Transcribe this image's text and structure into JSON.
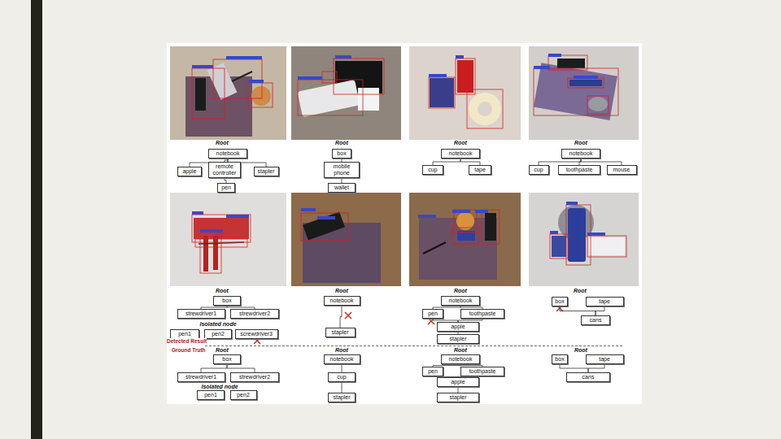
{
  "diagram": {
    "nodes": [
      {
        "text": [
          "notebook"
        ]
      },
      {
        "text": [
          "apple"
        ]
      },
      {
        "text": [
          "remote controller"
        ]
      },
      {
        "text": [
          "stapler"
        ]
      },
      {
        "text": [
          "pen"
        ]
      },
      {
        "text": [
          "box"
        ]
      },
      {
        "text": [
          "mobile phone"
        ]
      },
      {
        "text": [
          "wallet"
        ]
      },
      {
        "text": [
          "notebook"
        ]
      },
      {
        "text": [
          "cup"
        ]
      },
      {
        "text": [
          "tape"
        ]
      },
      {
        "text": [
          "notebook"
        ]
      },
      {
        "text": [
          "cup"
        ]
      },
      {
        "text": [
          "toothpaste"
        ]
      },
      {
        "text": [
          "mouse"
        ]
      },
      {
        "text": [
          "box"
        ]
      },
      {
        "text": [
          "strewdriver1"
        ]
      },
      {
        "text": [
          "strewdriver2"
        ]
      },
      {
        "text": [
          "pen1"
        ]
      },
      {
        "text": [
          "pen2"
        ]
      },
      {
        "text": [
          "screwdriver3"
        ]
      },
      {
        "text": [
          "box"
        ]
      },
      {
        "text": [
          "strewdriver1"
        ]
      },
      {
        "text": [
          "strewdriver2"
        ]
      },
      {
        "text": [
          "pen1"
        ]
      },
      {
        "text": [
          "pen2"
        ]
      },
      {
        "text": [
          "notebook"
        ]
      },
      {
        "text": [
          "stapler"
        ]
      },
      {
        "text": [
          "notebook"
        ]
      },
      {
        "text": [
          "cup"
        ]
      },
      {
        "text": [
          "stapler"
        ]
      },
      {
        "text": [
          "notebook"
        ]
      },
      {
        "text": [
          "pen"
        ]
      },
      {
        "text": [
          "toothpaste"
        ]
      },
      {
        "text": [
          "apple"
        ]
      },
      {
        "text": [
          "stapler"
        ]
      },
      {
        "text": [
          "notebook"
        ]
      },
      {
        "text": [
          "pen"
        ]
      },
      {
        "text": [
          "toothpaste"
        ]
      },
      {
        "text": [
          "apple"
        ]
      },
      {
        "text": [
          "stapler"
        ]
      },
      {
        "text": [
          "box"
        ]
      },
      {
        "text": [
          "tape"
        ]
      },
      {
        "text": [
          "cans"
        ]
      },
      {
        "text": [
          "box"
        ]
      },
      {
        "text": [
          "tape"
        ]
      },
      {
        "text": [
          "cans"
        ]
      }
    ],
    "edges": [
      {
        "from": 0,
        "to": 1,
        "arrow": "none"
      },
      {
        "from": 0,
        "to": 2,
        "arrow": "none"
      },
      {
        "from": 0,
        "to": 3,
        "arrow": "none"
      },
      {
        "from": 2,
        "to": 4,
        "arrow": "none"
      },
      {
        "from": 5,
        "to": 6,
        "arrow": "none"
      },
      {
        "from": 6,
        "to": 7,
        "arrow": "none"
      },
      {
        "from": 8,
        "to": 9,
        "arrow": "none"
      },
      {
        "from": 8,
        "to": 10,
        "arrow": "none"
      },
      {
        "from": 11,
        "to": 12,
        "arrow": "none"
      },
      {
        "from": 11,
        "to": 13,
        "arrow": "none"
      },
      {
        "from": 11,
        "to": 14,
        "arrow": "none"
      },
      {
        "from": 15,
        "to": 16,
        "arrow": "none"
      },
      {
        "from": 15,
        "to": 17,
        "arrow": "none"
      },
      {
        "from": 21,
        "to": 22,
        "arrow": "none"
      },
      {
        "from": 21,
        "to": 23,
        "arrow": "none"
      },
      {
        "from": 26,
        "to": 27,
        "arrow": "none"
      },
      {
        "from": 28,
        "to": 29,
        "arrow": "none"
      },
      {
        "from": 29,
        "to": 30,
        "arrow": "none"
      },
      {
        "from": 31,
        "to": 32,
        "arrow": "none"
      },
      {
        "from": 31,
        "to": 33,
        "arrow": "none"
      },
      {
        "from": 32,
        "to": 34,
        "arrow": "none"
      },
      {
        "from": 33,
        "to": 34,
        "arrow": "none"
      },
      {
        "from": 34,
        "to": 35,
        "arrow": "none"
      },
      {
        "from": 36,
        "to": 37,
        "arrow": "none"
      },
      {
        "from": 36,
        "to": 38,
        "arrow": "none"
      },
      {
        "from": 37,
        "to": 39,
        "arrow": "none"
      },
      {
        "from": 38,
        "to": 39,
        "arrow": "none"
      },
      {
        "from": 39,
        "to": 40,
        "arrow": "none"
      },
      {
        "from": 41,
        "to": 43,
        "arrow": "none"
      },
      {
        "from": 42,
        "to": 43,
        "arrow": "none"
      },
      {
        "from": 44,
        "to": 46,
        "arrow": "none"
      },
      {
        "from": 45,
        "to": 46,
        "arrow": "none"
      }
    ],
    "labels": [
      "Root",
      "Root",
      "Root",
      "Root",
      "Root",
      "Root",
      "Root",
      "Root",
      "Isolated node",
      "Detected Result",
      "Ground Truth",
      "Root",
      "Root",
      "Root",
      "Root",
      "Isolated node"
    ]
  }
}
